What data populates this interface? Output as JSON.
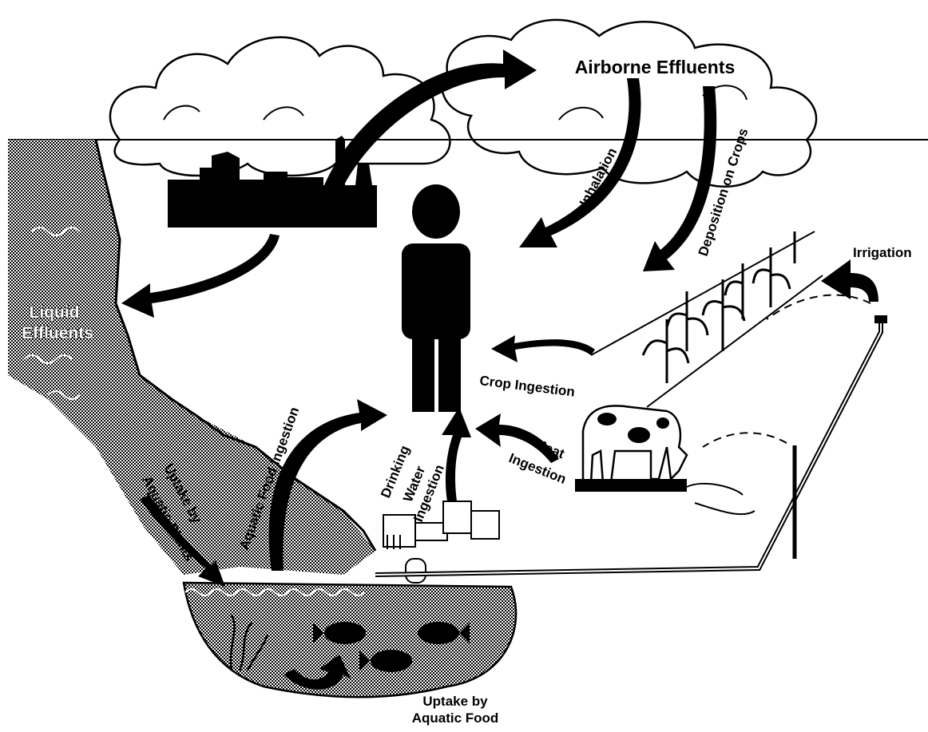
{
  "labels": {
    "airborne": "Airborne Effluents",
    "inhalation": "Inhalation",
    "deposition": "Deposition on Crops",
    "irrigation": "Irrigation",
    "liquid_line1": "Liquid",
    "liquid_line2": "Effluents",
    "crop_ingestion": "Crop Ingestion",
    "meat_line1": "Meat",
    "meat_line2": "Ingestion",
    "drinking_line1": "Drinking",
    "drinking_line2": "Water",
    "drinking_line3": "Ingestion",
    "aquatic_food_ingestion": "Aquatic Food Ingestion",
    "uptake_plants_line1": "Uptake by",
    "uptake_plants_line2": "Aquatic Plants",
    "uptake_food_line1": "Uptake by",
    "uptake_food_line2": "Aquatic Food"
  }
}
